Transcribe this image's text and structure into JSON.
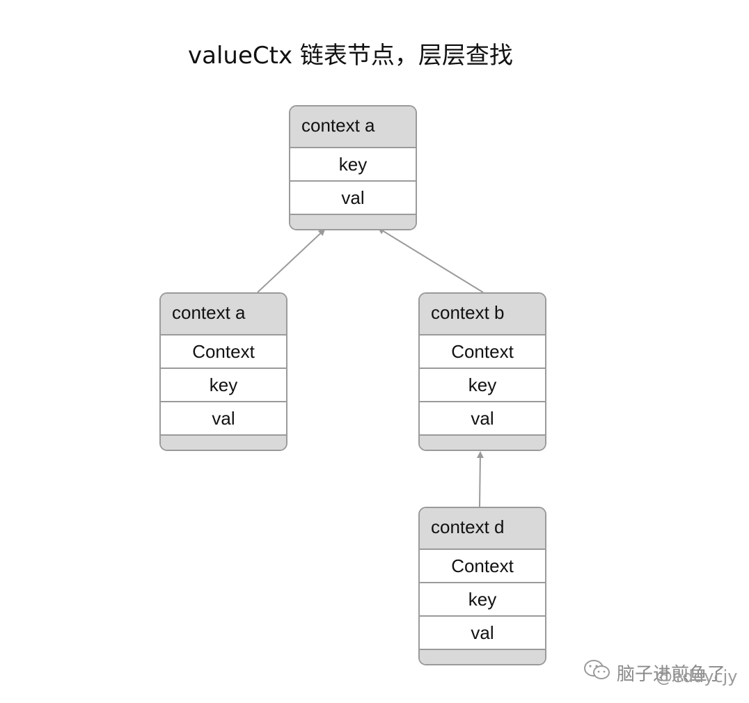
{
  "title": "valueCtx 链表节点，层层查找",
  "nodes": {
    "root": {
      "name": "context a",
      "fields": [
        "key",
        "val"
      ]
    },
    "a": {
      "name": "context a",
      "fields": [
        "Context",
        "key",
        "val"
      ]
    },
    "b": {
      "name": "context b",
      "fields": [
        "Context",
        "key",
        "val"
      ]
    },
    "d": {
      "name": "context d",
      "fields": [
        "Context",
        "key",
        "val"
      ]
    }
  },
  "edges": [
    {
      "from": "context a",
      "to": "context a (root)"
    },
    {
      "from": "context b",
      "to": "context a (root)"
    },
    {
      "from": "context d",
      "to": "context b"
    }
  ],
  "colors": {
    "header": "#d9d9d9",
    "border": "#9a9a9a",
    "arrow": "#9a9a9a"
  },
  "watermark": {
    "icon": "wechat-icon",
    "text": "脑子进煎鱼了",
    "credit": "@eddycjy"
  }
}
